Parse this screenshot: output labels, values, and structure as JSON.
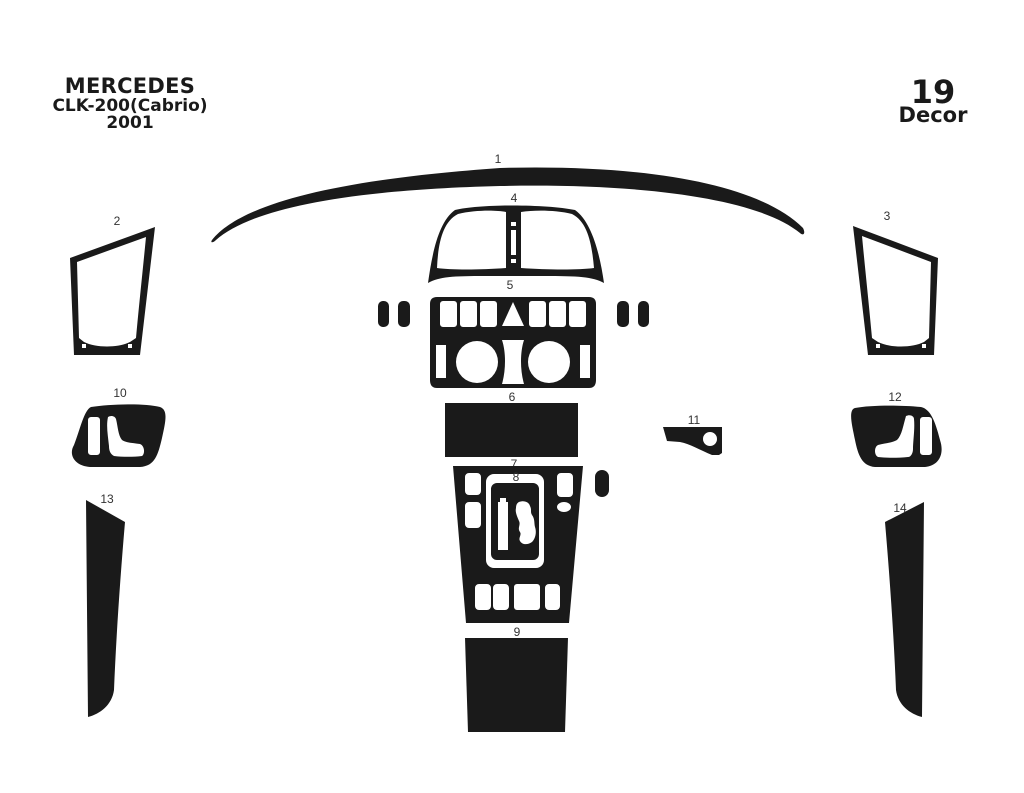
{
  "header": {
    "brand": "MERCEDES",
    "model": "CLK-200(Cabrio)",
    "year": "2001"
  },
  "set": {
    "piece_count": "19",
    "type": "Decor"
  },
  "colors": {
    "part_fill": "#1a1a1a",
    "background": "#ffffff",
    "label": "#333333"
  },
  "parts": [
    {
      "id": "1",
      "label": "1",
      "name": "dashboard-top-strip"
    },
    {
      "id": "2",
      "label": "2",
      "name": "left-door-frame-trim"
    },
    {
      "id": "3",
      "label": "3",
      "name": "right-door-frame-trim"
    },
    {
      "id": "4",
      "label": "4",
      "name": "instrument-cluster-bezel"
    },
    {
      "id": "5",
      "label": "5",
      "name": "center-console-climate-panel"
    },
    {
      "id": "6",
      "label": "6",
      "name": "center-rectangle-panel"
    },
    {
      "id": "7",
      "label": "7",
      "name": "gear-shift-surround"
    },
    {
      "id": "8",
      "label": "8",
      "name": "gear-shift-insert"
    },
    {
      "id": "9",
      "label": "9",
      "name": "lower-console-panel"
    },
    {
      "id": "10",
      "label": "10",
      "name": "left-seat-control-trim"
    },
    {
      "id": "11",
      "label": "11",
      "name": "ignition-trim"
    },
    {
      "id": "12",
      "label": "12",
      "name": "right-seat-control-trim"
    },
    {
      "id": "13",
      "label": "13",
      "name": "left-door-strip"
    },
    {
      "id": "14",
      "label": "14",
      "name": "right-door-strip"
    }
  ]
}
